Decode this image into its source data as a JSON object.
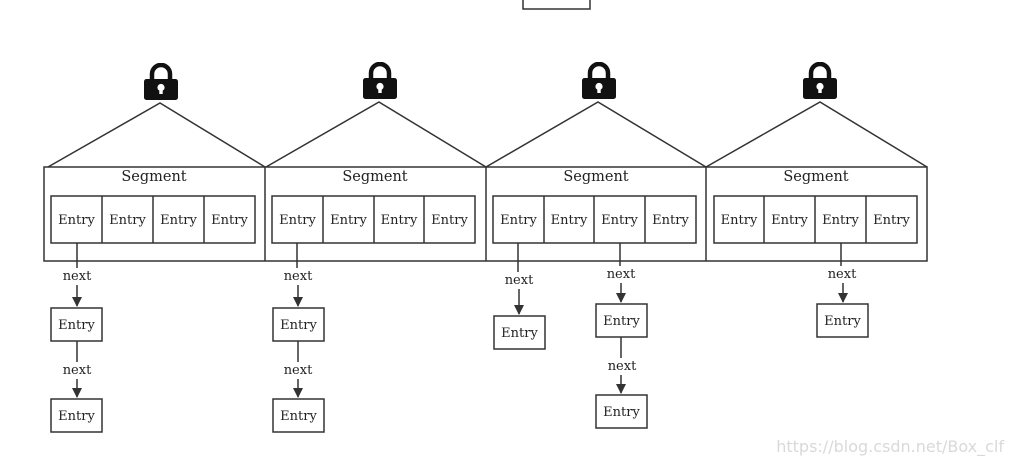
{
  "segment_label": "Segment",
  "entry_label": "Entry",
  "next_label": "next",
  "watermark": "https://blog.csdn.net/Box_clf",
  "icons": {
    "lock": "lock-icon"
  },
  "colors": {
    "stroke": "#333333",
    "lock": "#111111",
    "watermark": "#d9d9d9"
  },
  "segments": [
    {
      "entries_per_segment": 4
    },
    {
      "entries_per_segment": 4
    },
    {
      "entries_per_segment": 4
    },
    {
      "entries_per_segment": 4
    }
  ]
}
